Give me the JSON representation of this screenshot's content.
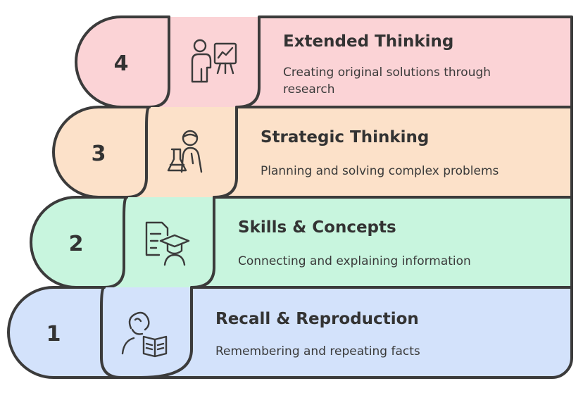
{
  "levels": [
    {
      "number": "4",
      "title": "Extended Thinking",
      "description_lines": [
        "Creating original solutions through",
        "research"
      ],
      "color": "#fbd3d6",
      "icon": "presenter-chart-icon"
    },
    {
      "number": "3",
      "title": "Strategic Thinking",
      "description_lines": [
        "Planning and solving complex problems"
      ],
      "color": "#fce1c9",
      "icon": "scientist-flask-icon"
    },
    {
      "number": "2",
      "title": "Skills & Concepts",
      "description_lines": [
        "Connecting and explaining information"
      ],
      "color": "#c8f5de",
      "icon": "graduate-document-icon"
    },
    {
      "number": "1",
      "title": "Recall & Reproduction",
      "description_lines": [
        "Remembering and repeating facts"
      ],
      "color": "#d3e2fb",
      "icon": "reader-book-icon"
    }
  ]
}
